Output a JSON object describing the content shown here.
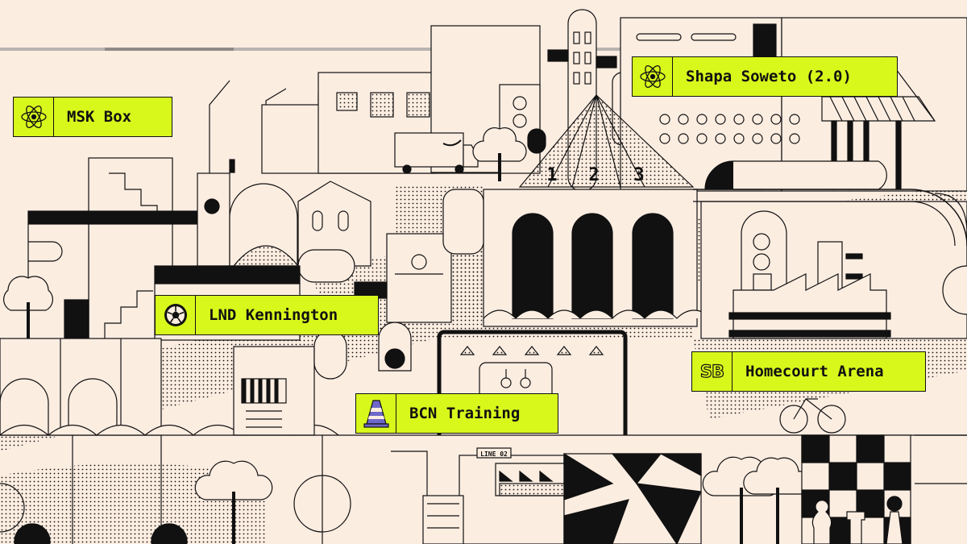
{
  "scene": {
    "colors": {
      "background": "#fcede1",
      "ink": "#111111",
      "accent": "#d8f81c",
      "cone": "#6f68c9"
    },
    "tent_numbers": [
      "1",
      "2",
      "3"
    ],
    "train_sign": "LINE 02"
  },
  "locations": [
    {
      "id": "msk",
      "label": "MSK Box",
      "icon": "atom-icon"
    },
    {
      "id": "soweto",
      "label": "Shapa Soweto (2.0)",
      "icon": "atom-icon"
    },
    {
      "id": "lnd",
      "label": "LND Kennington",
      "icon": "soccer-ball-icon"
    },
    {
      "id": "homecourt",
      "label": "Homecourt Arena",
      "icon": "sb-logo-icon",
      "icon_text": "SB"
    },
    {
      "id": "bcn",
      "label": "BCN Training",
      "icon": "traffic-cone-icon"
    }
  ]
}
